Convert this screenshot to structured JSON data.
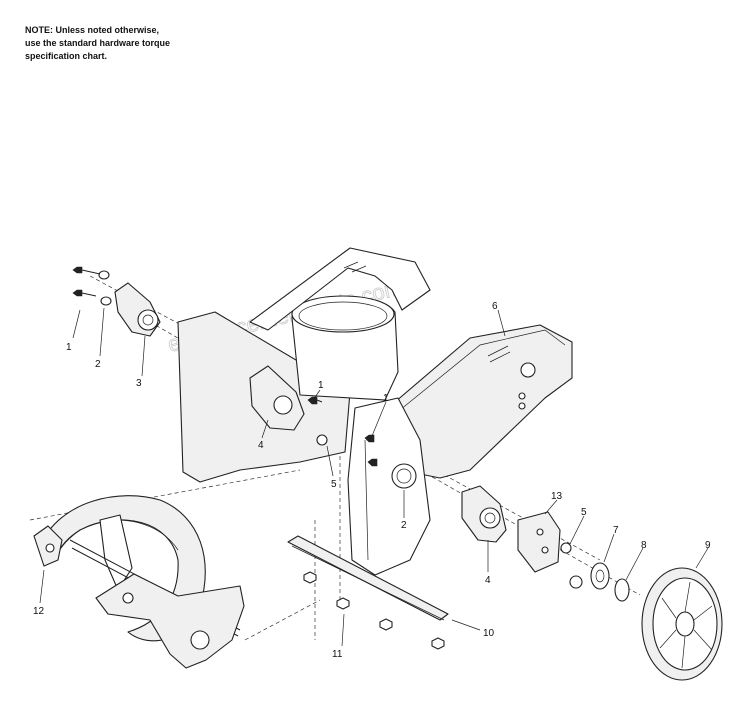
{
  "note": {
    "line1": "NOTE: Unless noted otherwise,",
    "line2": "use the standard hardware torque",
    "line3": "specification chart."
  },
  "watermark": "eReplacementParts.com",
  "callouts": {
    "c1a": "1",
    "c2a": "2",
    "c3": "3",
    "c4a": "4",
    "c1b": "1",
    "c5a": "5",
    "c1c": "1",
    "c6": "6",
    "c2b": "2",
    "c4b": "4",
    "c13": "13",
    "c5b": "5",
    "c7": "7",
    "c8": "8",
    "c9": "9",
    "c10": "10",
    "c11": "11",
    "c12": "12"
  }
}
